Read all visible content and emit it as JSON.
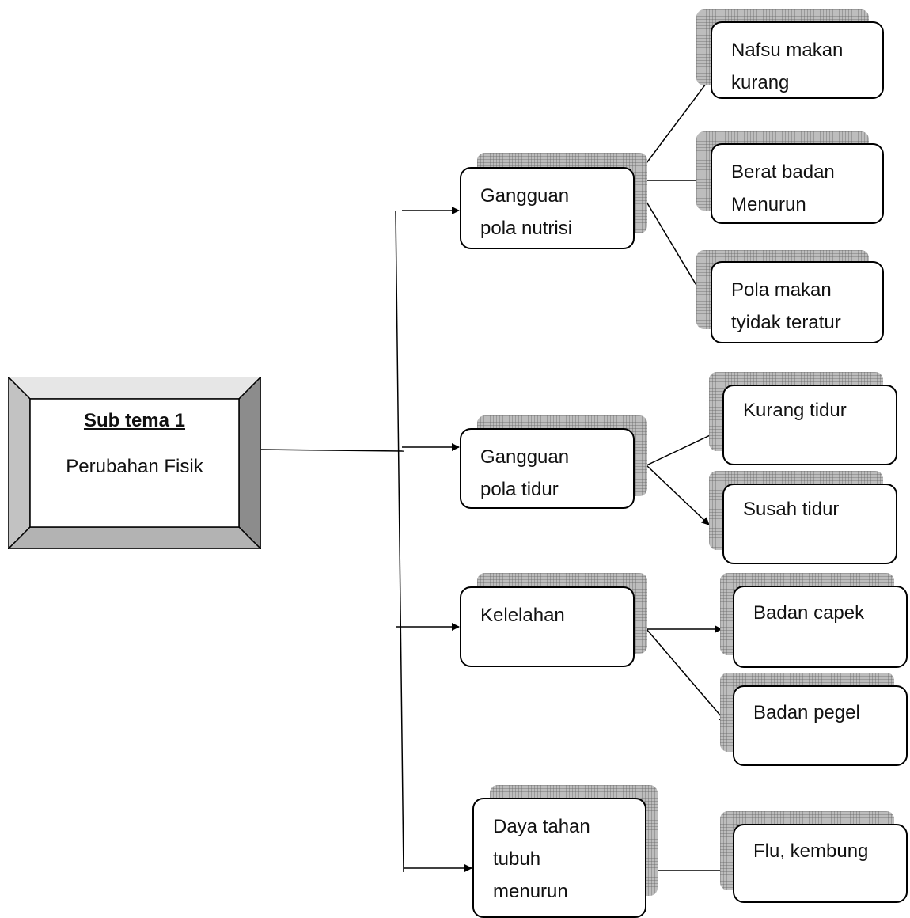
{
  "root": {
    "title": "Sub tema  1",
    "subtitle": "Perubahan Fisik"
  },
  "categories": [
    {
      "label": "Gangguan\npola nutrisi"
    },
    {
      "label": "Gangguan\npola tidur"
    },
    {
      "label": "Kelelahan"
    },
    {
      "label": "Daya tahan\ntubuh\nmenurun"
    }
  ],
  "details": [
    {
      "label": "Nafsu makan\nkurang"
    },
    {
      "label": "Berat badan\nMenurun"
    },
    {
      "label": "Pola makan\ntyidak teratur"
    },
    {
      "label": "Kurang tidur"
    },
    {
      "label": "Susah tidur"
    },
    {
      "label": "Badan capek"
    },
    {
      "label": "Badan pegel"
    },
    {
      "label": "Flu, kembung"
    }
  ],
  "colors": {
    "line": "#000000",
    "box_border": "#000000",
    "bevel_top": "#e6e6e6",
    "bevel_left": "#c2c2c2",
    "bevel_right": "#8c8c8c",
    "bevel_bottom": "#b3b3b3",
    "shadow": "#bdbdbd"
  }
}
